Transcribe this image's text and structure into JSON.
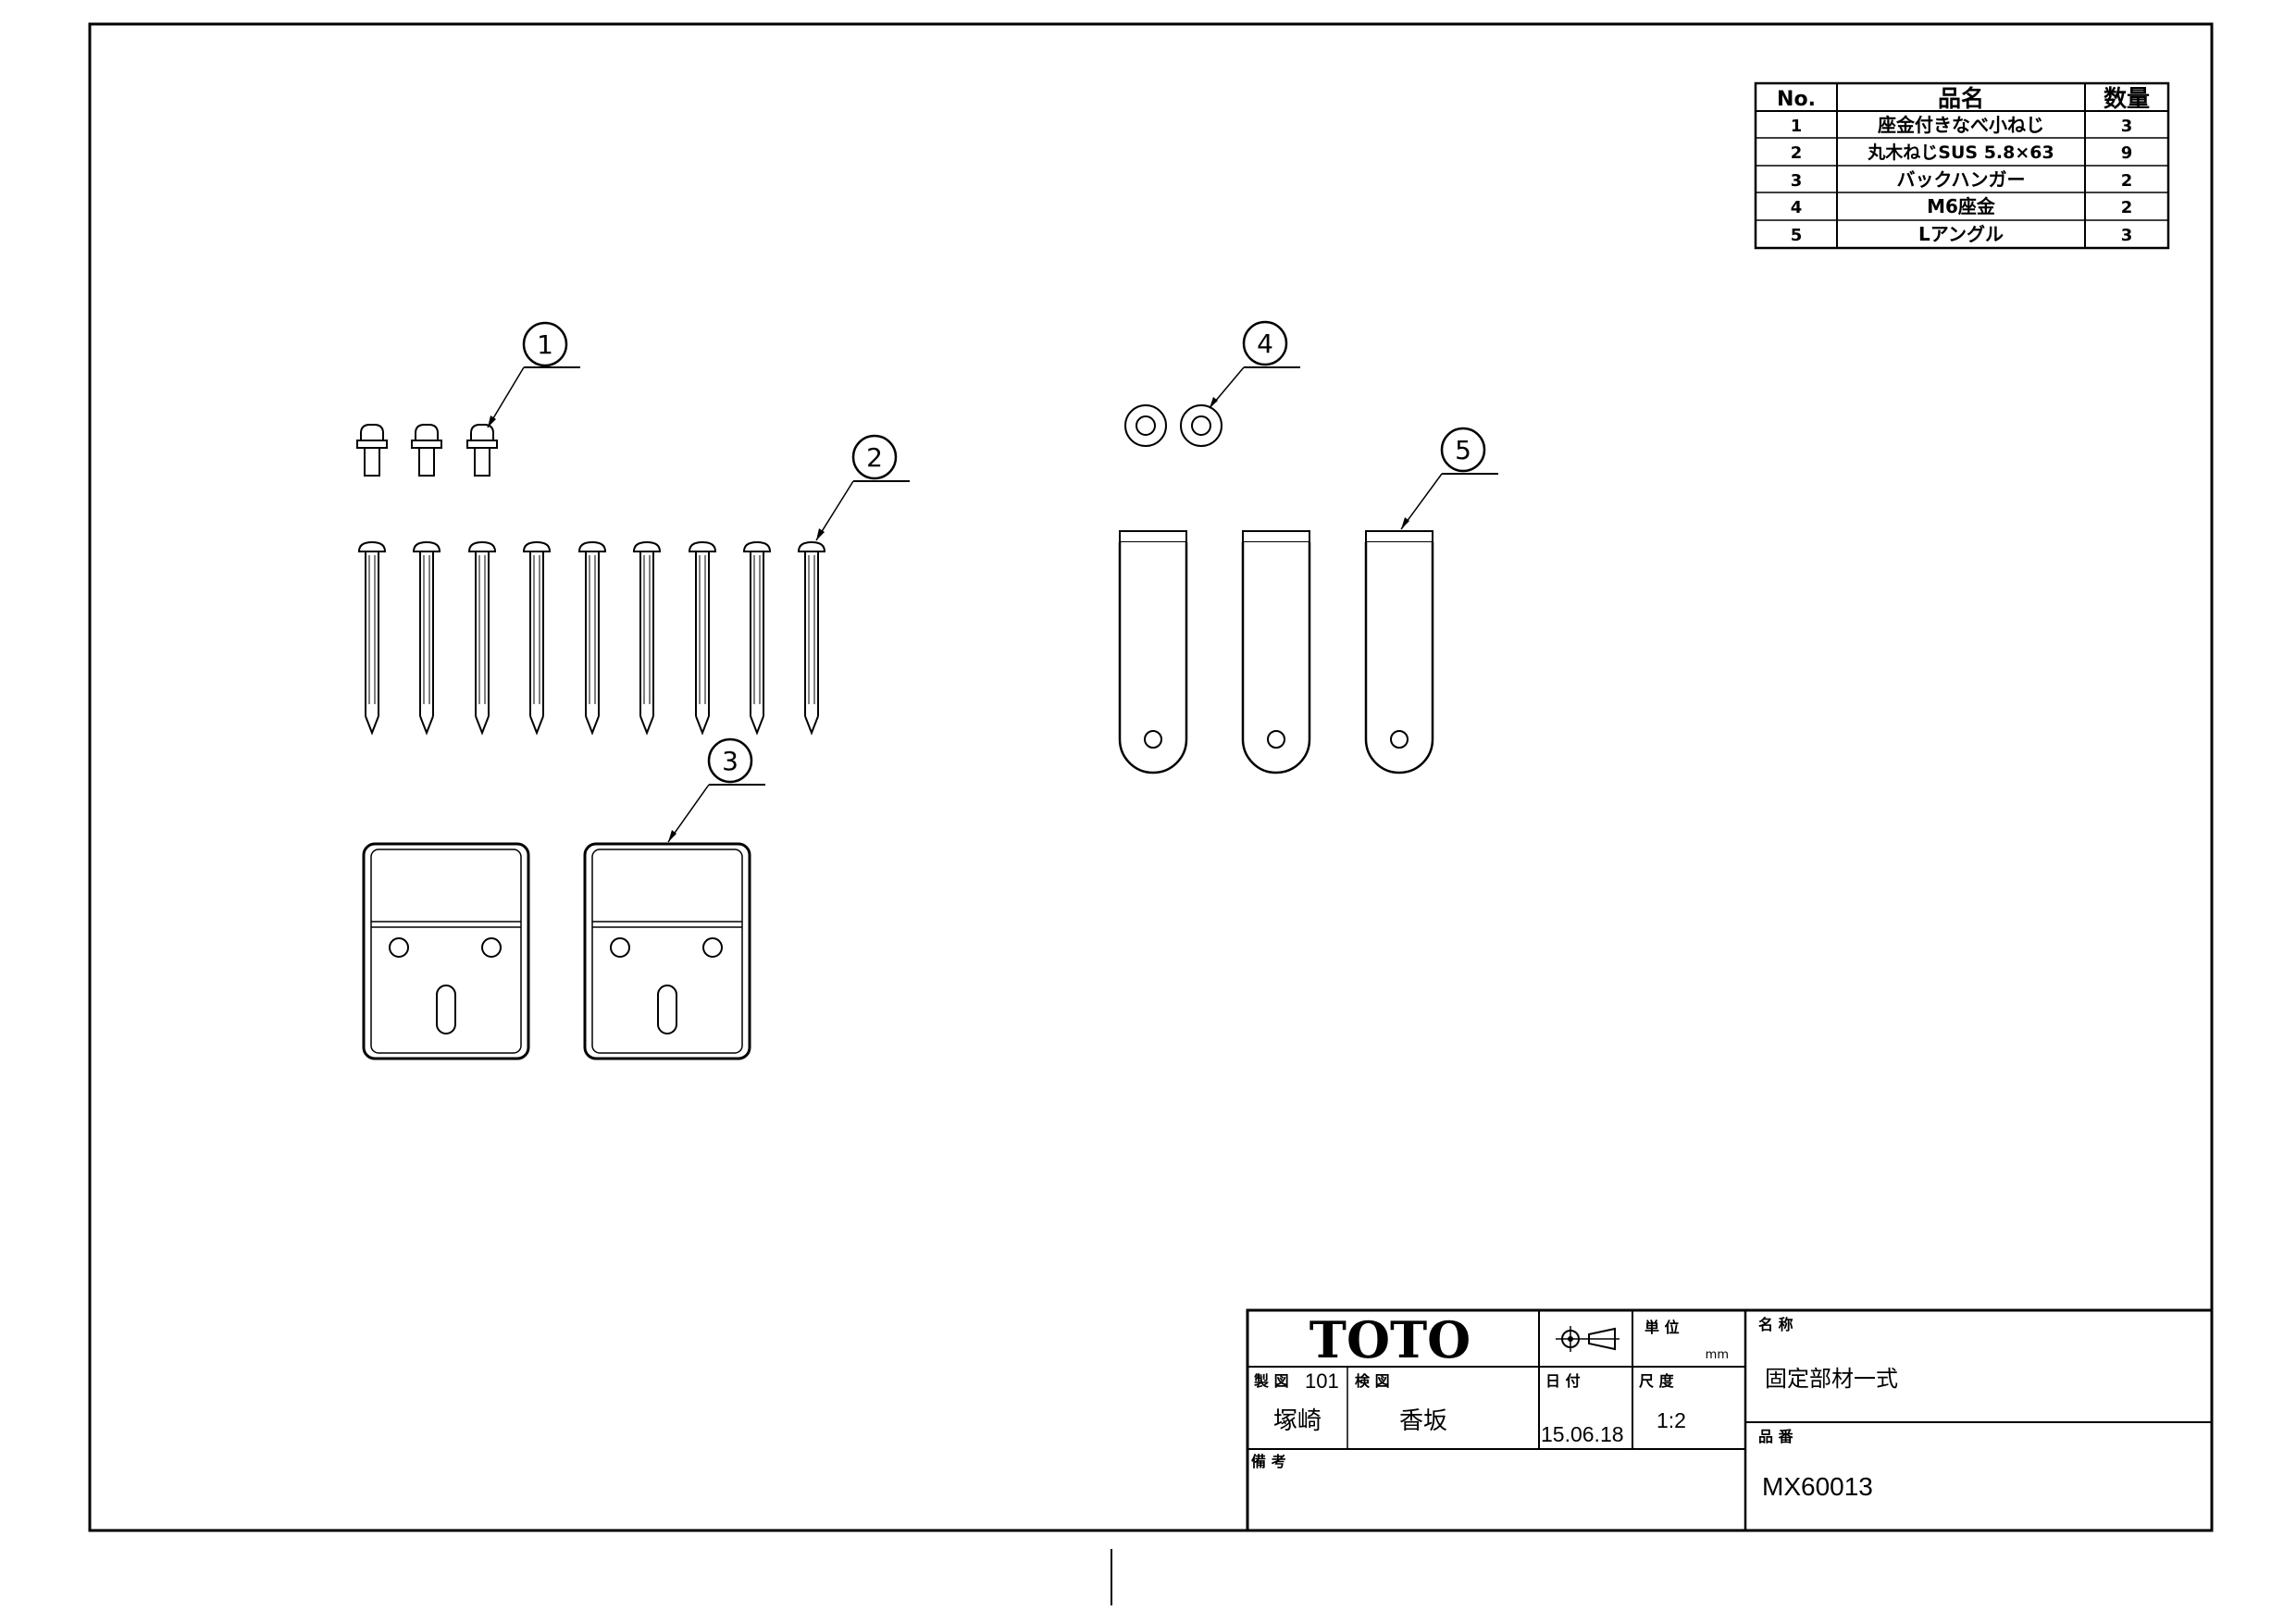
{
  "parts_table": {
    "headers": {
      "no": "No.",
      "name": "品名",
      "qty": "数量"
    },
    "rows": [
      {
        "no": "1",
        "name": "座金付きなべ小ねじ",
        "qty": "3"
      },
      {
        "no": "2",
        "name": "丸木ねじSUS 5.8×63",
        "qty": "9"
      },
      {
        "no": "3",
        "name": "バックハンガー",
        "qty": "2"
      },
      {
        "no": "4",
        "name": "M6座金",
        "qty": "2"
      },
      {
        "no": "5",
        "name": "Lアングル",
        "qty": "3"
      }
    ]
  },
  "callouts": [
    "1",
    "2",
    "3",
    "4",
    "5"
  ],
  "title_block": {
    "logo": "TOTO",
    "unit_label": "単 位",
    "unit_value": "mm",
    "name_label": "名 称",
    "name_value": "固定部材一式",
    "drawn_label": "製 図",
    "drawn_no": "101",
    "drawn_by": "塚崎",
    "checked_label": "検 図",
    "checked_by": "香坂",
    "date_label": "日 付",
    "date_value": "15.06.18",
    "scale_label": "尺 度",
    "scale_value": "1:2",
    "part_no_label": "品 番",
    "part_no_value": "MX60013",
    "remarks_label": "備 考"
  }
}
